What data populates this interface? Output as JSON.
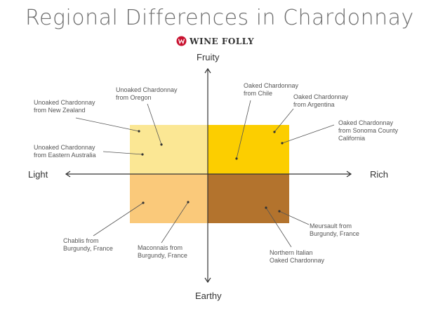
{
  "title": "Regional Differences in Chardonnay",
  "brand": {
    "name": "WINE FOLLY",
    "logo_icon": "wine-folly-logo-icon",
    "logo_color": "#c8102e"
  },
  "axes": {
    "top": "Fruity",
    "bottom": "Earthy",
    "left": "Light",
    "right": "Rich"
  },
  "quadrants": {
    "light_fruity": {
      "color": "#fbe794"
    },
    "rich_fruity": {
      "color": "#fcce00"
    },
    "light_earthy": {
      "color": "#fac97a"
    },
    "rich_earthy": {
      "color": "#b3732d"
    }
  },
  "labels": {
    "nz": "Unoaked Chardonnay\nfrom New Zealand",
    "oregon": "Unoaked Chardonnay\nfrom Oregon",
    "eastern_australia": "Unoaked Chardonnay\nfrom Eastern Australia",
    "chile": "Oaked Chardonnay\nfrom Chile",
    "argentina": "Oaked Chardonnay\nfrom Argentina",
    "sonoma": "Oaked Chardonnay\nfrom Sonoma County\nCalifornia",
    "chablis": "Chablis from\nBurgundy, France",
    "maconnais": "Maconnais from\nBurgundy, France",
    "northern_italian": "Northern Italian\nOaked Chardonnay",
    "meursault": "Meursault from\nBurgundy, France"
  }
}
